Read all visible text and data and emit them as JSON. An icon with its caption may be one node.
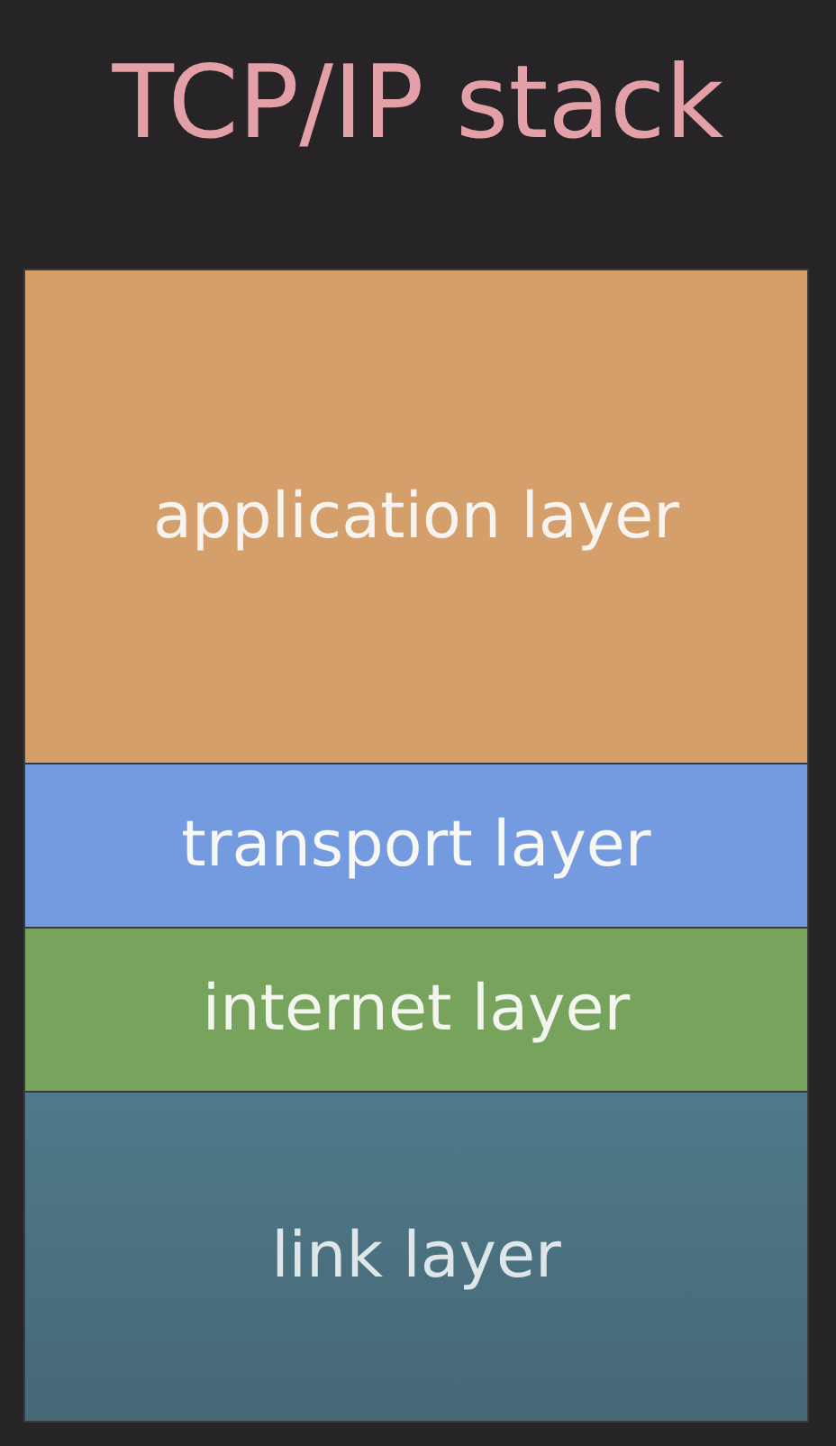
{
  "diagram": {
    "title": "TCP/IP stack",
    "nodes": [
      {
        "text": [
          "application layer"
        ]
      },
      {
        "text": [
          "transport layer"
        ]
      },
      {
        "text": [
          "internet layer"
        ]
      },
      {
        "text": [
          "link layer"
        ]
      }
    ]
  }
}
